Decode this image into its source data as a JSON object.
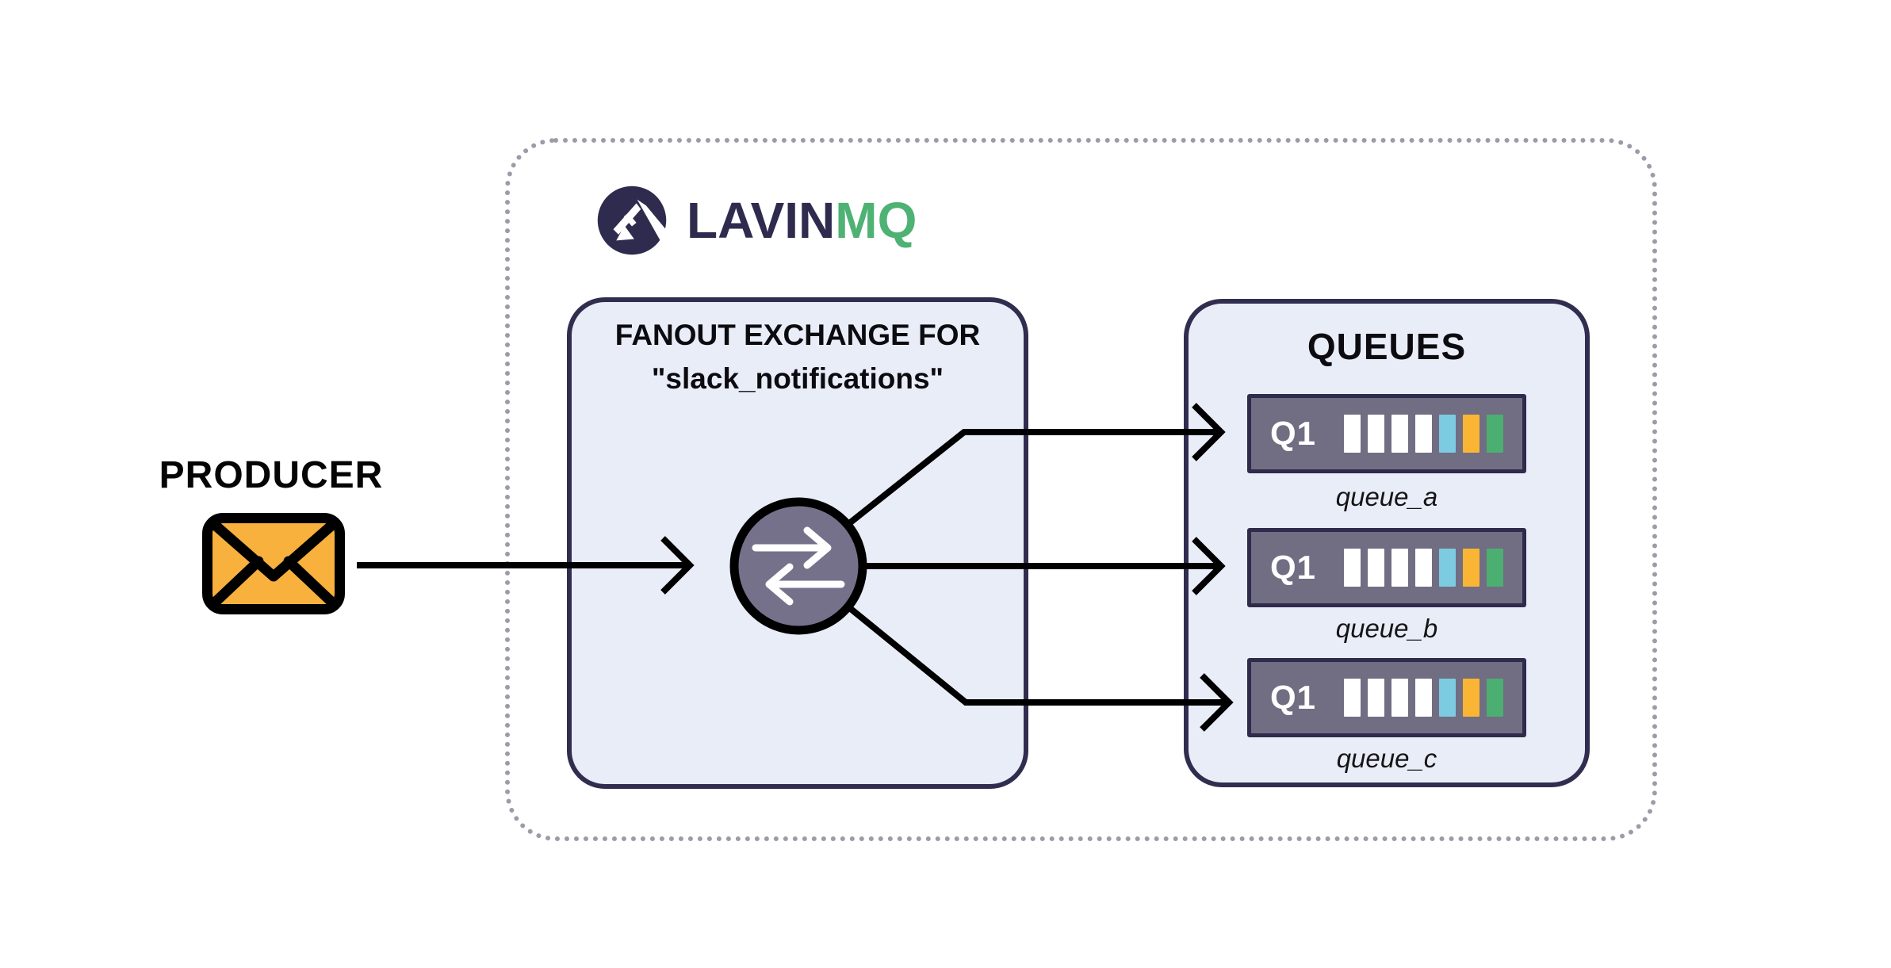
{
  "producer": {
    "label": "PRODUCER",
    "icon": "envelope-icon"
  },
  "broker": {
    "logo": {
      "brand_left": "LAVIN",
      "brand_right": "MQ"
    },
    "exchange_panel": {
      "title_line1": "FANOUT EXCHANGE FOR",
      "title_line2": "\"slack_notifications\"",
      "icon": "exchange-arrows-icon"
    },
    "queues_panel": {
      "title": "QUEUES",
      "device_label": "Q1",
      "bar_colors": [
        "#ffffff",
        "#ffffff",
        "#ffffff",
        "#ffffff",
        "#7dcbe0",
        "#fbb534",
        "#4caf72"
      ],
      "queues": [
        {
          "name": "queue_a"
        },
        {
          "name": "queue_b"
        },
        {
          "name": "queue_c"
        }
      ]
    }
  },
  "colors": {
    "brand_navy": "#2f2b4e",
    "brand_green": "#4db273",
    "panel_fill": "#e9edf8",
    "panel_border": "#312d4f",
    "dotted_boundary": "#9c9ca8",
    "queue_device_fill": "#716d82",
    "exchange_circle_fill": "#76718a",
    "envelope_orange": "#f8b13d",
    "arrow_black": "#000000"
  }
}
